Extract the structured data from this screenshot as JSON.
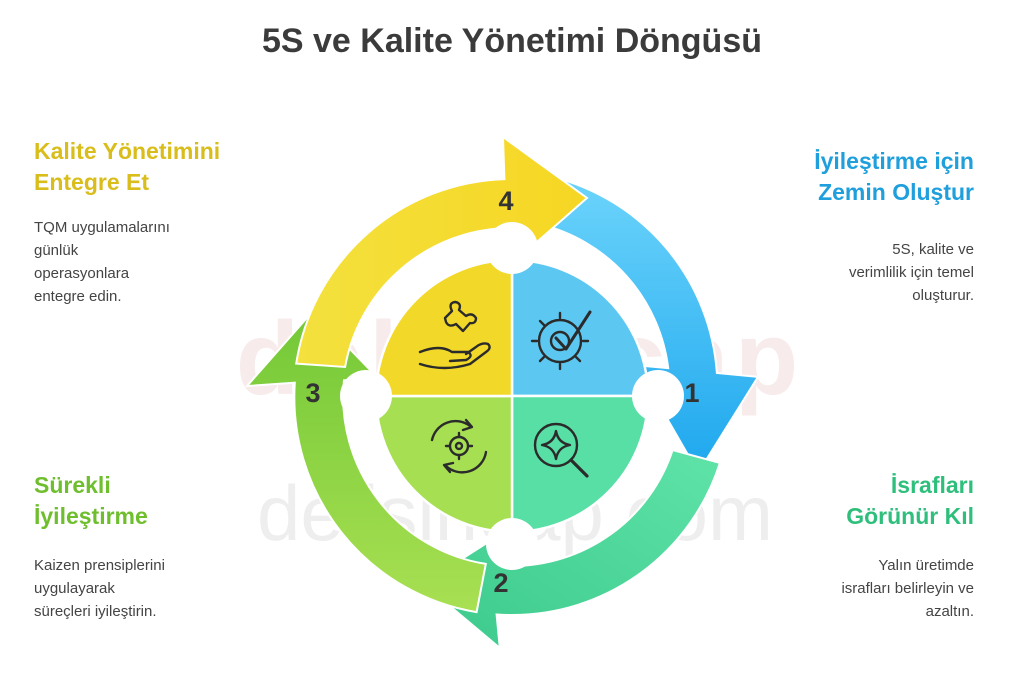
{
  "title": "5S ve Kalite Yönetimi Döngüsü",
  "watermark": {
    "big": "delisincap",
    "small": "delisincap.com"
  },
  "steps": [
    {
      "number": "1",
      "heading_lines": [
        "İyileştirme için",
        "Zemin Oluştur"
      ],
      "description_lines": [
        "5S, kalite ve",
        "verimlilik için temel",
        "oluşturur."
      ],
      "color": "#29a8e6",
      "icon": "gear-check-icon"
    },
    {
      "number": "2",
      "heading_lines": [
        "İsrafları",
        "Görünür Kıl"
      ],
      "description_lines": [
        "Yalın üretimde",
        "israfları belirleyin ve",
        "azaltın."
      ],
      "color": "#34c98a",
      "icon": "magnifier-sparkle-icon"
    },
    {
      "number": "3",
      "heading_lines": [
        "Sürekli",
        "İyileştirme"
      ],
      "description_lines": [
        "Kaizen prensiplerini",
        "uygulayarak",
        "süreçleri iyileştirin."
      ],
      "color": "#7cc43a",
      "icon": "cycle-gear-icon"
    },
    {
      "number": "4",
      "heading_lines": [
        "Kalite Yönetimini",
        "Entegre Et"
      ],
      "description_lines": [
        "TQM uygulamalarını",
        "günlük",
        "operasyonlara",
        "entegre edin."
      ],
      "color": "#e2c422",
      "icon": "hand-puzzle-icon"
    }
  ]
}
